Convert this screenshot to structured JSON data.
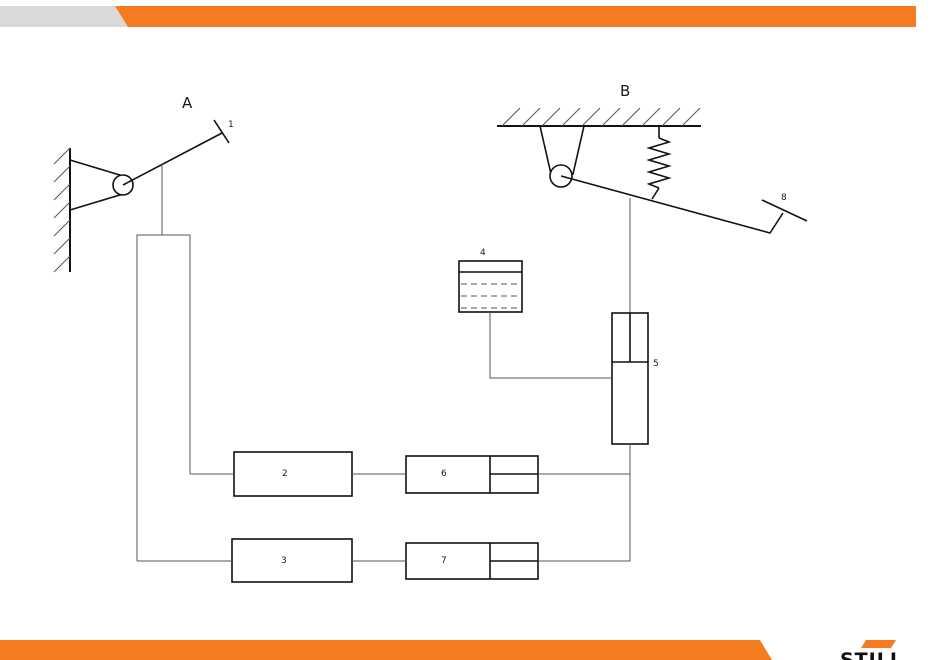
{
  "colors": {
    "accent": "#f47b20",
    "band_grey": "#d9d9d9",
    "line": "#111111"
  },
  "labels": {
    "a": "A",
    "b": "B",
    "n1": "1",
    "n2": "2",
    "n3": "3",
    "n4": "4",
    "n5": "5",
    "n6": "6",
    "n7": "7",
    "n8": "8"
  },
  "logo": {
    "text": "STILL"
  }
}
